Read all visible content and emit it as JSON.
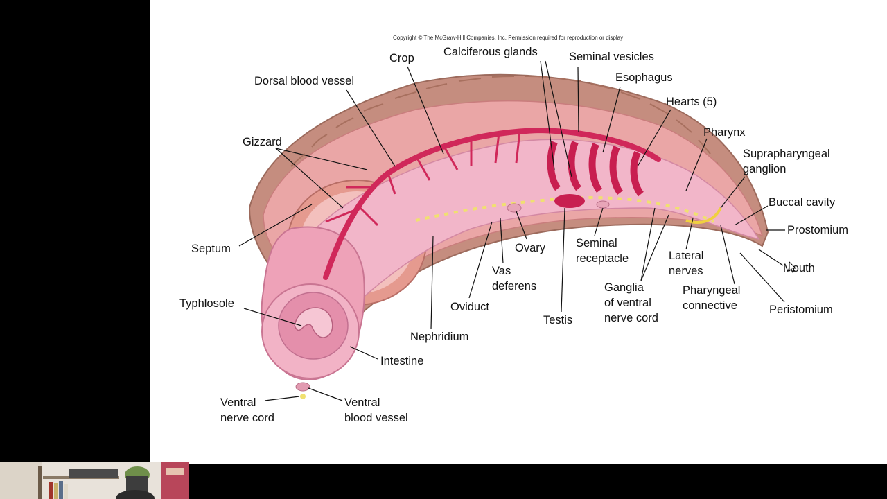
{
  "copyright": "Copyright © The McGraw-Hill Companies, Inc. Permission required for reproduction or display",
  "labels": {
    "crop": "Crop",
    "calciferous_glands": "Calciferous glands",
    "seminal_vesicles": "Seminal vesicles",
    "esophagus": "Esophagus",
    "hearts": "Hearts (5)",
    "pharynx": "Pharynx",
    "suprapharyngeal_ganglion_1": "Suprapharyngeal",
    "suprapharyngeal_ganglion_2": "ganglion",
    "buccal_cavity": "Buccal cavity",
    "prostomium": "Prostomium",
    "mouth": "Mouth",
    "peristomium": "Peristomium",
    "dorsal_blood_vessel": "Dorsal blood vessel",
    "gizzard": "Gizzard",
    "septum": "Septum",
    "typhlosole": "Typhlosole",
    "intestine": "Intestine",
    "ventral_nerve_cord_1": "Ventral",
    "ventral_nerve_cord_2": "nerve cord",
    "ventral_blood_vessel_1": "Ventral",
    "ventral_blood_vessel_2": "blood vessel",
    "nephridium": "Nephridium",
    "oviduct": "Oviduct",
    "vas_deferens_1": "Vas",
    "vas_deferens_2": "deferens",
    "ovary": "Ovary",
    "testis": "Testis",
    "seminal_receptacle_1": "Seminal",
    "seminal_receptacle_2": "receptacle",
    "ganglia_1": "Ganglia",
    "ganglia_2": "of ventral",
    "ganglia_3": "nerve cord",
    "lateral_nerves_1": "Lateral",
    "lateral_nerves_2": "nerves",
    "pharyngeal_connective_1": "Pharyngeal",
    "pharyngeal_connective_2": "connective"
  },
  "colors": {
    "body_wall": "#c58d7f",
    "muscle": "#eaa6a6",
    "gut": "#f2b6c9",
    "blood_vessel": "#d0285a",
    "nerve": "#f0e070",
    "slide_bg": "#ffffff",
    "letterbox": "#000000"
  }
}
